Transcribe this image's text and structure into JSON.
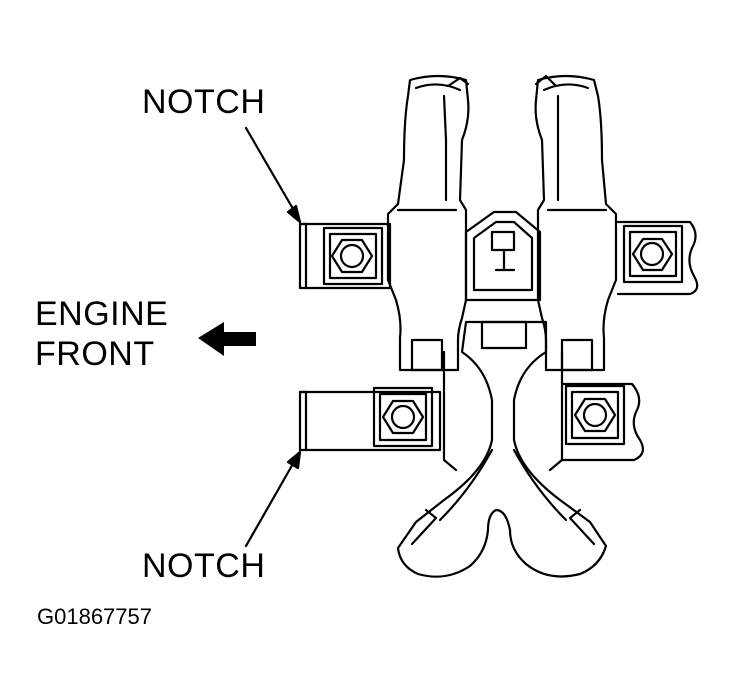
{
  "labels": {
    "notch_top": "NOTCH",
    "notch_bottom": "NOTCH",
    "engine_front_line1": "ENGINE",
    "engine_front_line2": "FRONT",
    "figure_id": "G01867757"
  },
  "icons": {
    "direction_arrow": "left-arrow-icon",
    "bolt": "hex-bolt-icon"
  },
  "colors": {
    "line": "#000000",
    "background": "#ffffff"
  }
}
